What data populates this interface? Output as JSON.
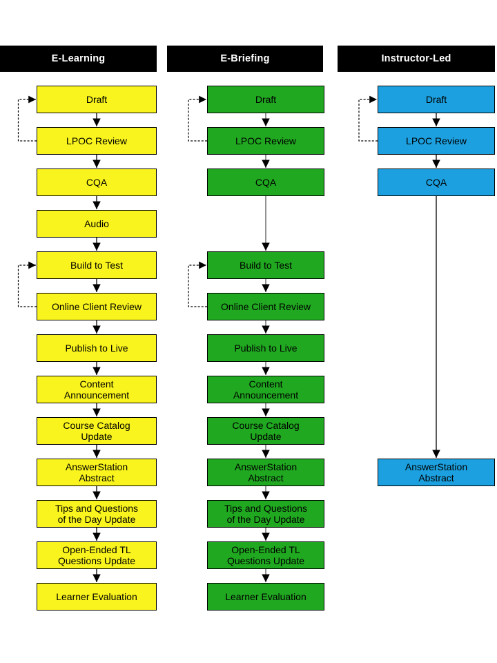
{
  "diagram": {
    "type": "process-flowchart",
    "colors": {
      "e_learning_box": "#F9F41E",
      "e_briefing_box": "#20A820",
      "instructor_led_box": "#1CA0DF",
      "header_bg": "#000000",
      "header_text": "#FFFFFF",
      "connector": "#000000",
      "connector_secondary": "#595959"
    },
    "feedback_loops": [
      "LPOC Review back to Draft (dashed, all three columns)",
      "Online Client Review back to Build to Test (dashed, E-Learning and E-Briefing)"
    ]
  },
  "columns": [
    {
      "header": "E-Learning",
      "steps": [
        {
          "label": "Draft"
        },
        {
          "label": "LPOC Review"
        },
        {
          "label": "CQA"
        },
        {
          "label": "Audio"
        },
        {
          "label": "Build to Test"
        },
        {
          "label": "Online Client Review"
        },
        {
          "label": "Publish to Live"
        },
        {
          "label": "Content\nAnnouncement"
        },
        {
          "label": "Course Catalog\nUpdate"
        },
        {
          "label": "AnswerStation\nAbstract"
        },
        {
          "label": "Tips and Questions\nof the Day Update"
        },
        {
          "label": "Open-Ended TL\nQuestions Update"
        },
        {
          "label": "Learner Evaluation"
        }
      ]
    },
    {
      "header": "E-Briefing",
      "steps": [
        {
          "label": "Draft"
        },
        {
          "label": "LPOC Review"
        },
        {
          "label": "CQA"
        },
        {
          "label": "Build to Test"
        },
        {
          "label": "Online Client Review"
        },
        {
          "label": "Publish to Live"
        },
        {
          "label": "Content\nAnnouncement"
        },
        {
          "label": "Course Catalog\nUpdate"
        },
        {
          "label": "AnswerStation\nAbstract"
        },
        {
          "label": "Tips and Questions\nof the Day Update"
        },
        {
          "label": "Open-Ended TL\nQuestions Update"
        },
        {
          "label": "Learner Evaluation"
        }
      ]
    },
    {
      "header": "Instructor-Led",
      "steps": [
        {
          "label": "Draft"
        },
        {
          "label": "LPOC Review"
        },
        {
          "label": "CQA"
        },
        {
          "label": "AnswerStation\nAbstract"
        }
      ]
    }
  ]
}
